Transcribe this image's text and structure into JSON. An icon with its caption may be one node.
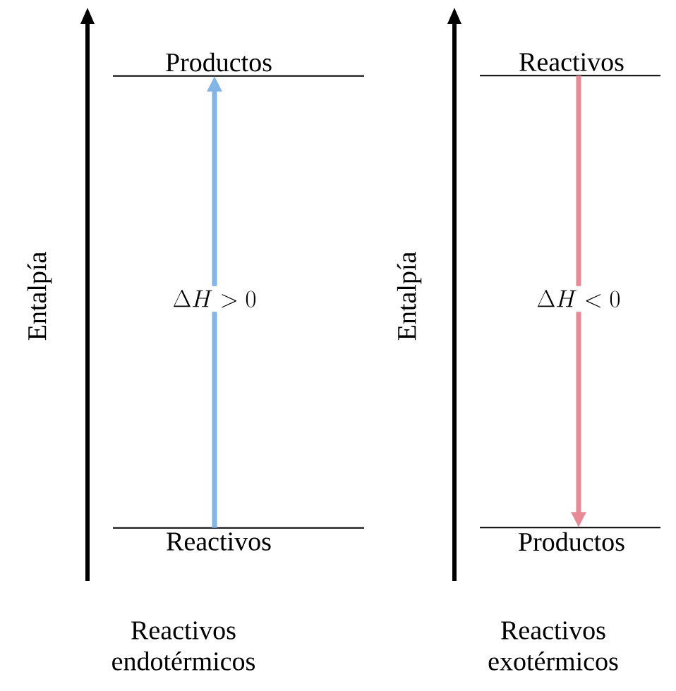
{
  "diagram": {
    "nodes": [
      {
        "text": [
          "Productos"
        ]
      },
      {
        "text": [
          "Reactivos"
        ]
      },
      {
        "text": [
          "Reactivos"
        ]
      },
      {
        "text": [
          "Productos"
        ]
      }
    ],
    "edges": [
      {
        "from": 1,
        "to": 0,
        "arrow": "to",
        "label": "\\Delta H > 0",
        "color": "#82b4e6"
      },
      {
        "from": 2,
        "to": 3,
        "arrow": "to",
        "label": "\\Delta H < 0",
        "color": "#e88a95"
      }
    ],
    "labels": [
      "Entalpía",
      "Reactivos endotérmicos",
      "Entalpía",
      "Reactivos exotérmicos"
    ]
  }
}
